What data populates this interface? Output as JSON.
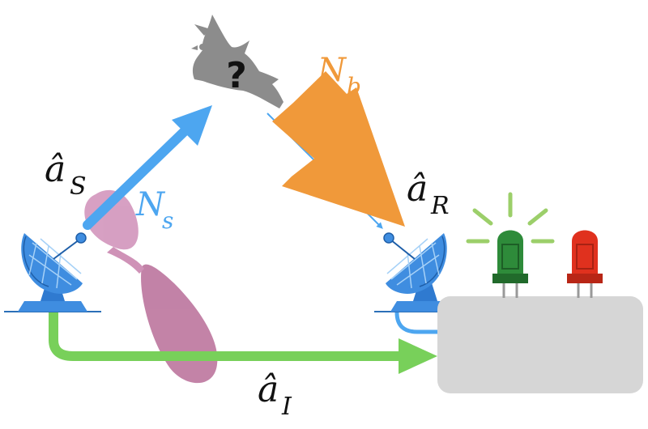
{
  "labels": {
    "signal_mode": "â",
    "signal_sub": "S",
    "return_mode": "â",
    "return_sub": "R",
    "idler_mode": "â",
    "idler_sub": "I",
    "signal_noise": "N",
    "signal_noise_sub": "s",
    "background_noise": "N",
    "background_noise_sub": "b",
    "target_unknown": "?"
  },
  "colors": {
    "signal_arrow": "#4da6f0",
    "background_noise_arrow": "#f0993a",
    "idler_arrow": "#78d05a",
    "entanglement_lobe": "#c77aa7",
    "dish_blue": "#3f8de0",
    "bird_gray": "#8c8c8c",
    "receiver_box": "#d6d6d6",
    "led_green": "#2e8b3a",
    "led_red": "#e0311e",
    "led_glow": "#9ccf6a"
  },
  "icons": {
    "transmitter": "satellite-dish-icon",
    "receiver": "satellite-dish-icon",
    "target": "bird-icon",
    "detector_box": "box-icon",
    "green_led": "led-icon",
    "red_led": "led-icon"
  }
}
